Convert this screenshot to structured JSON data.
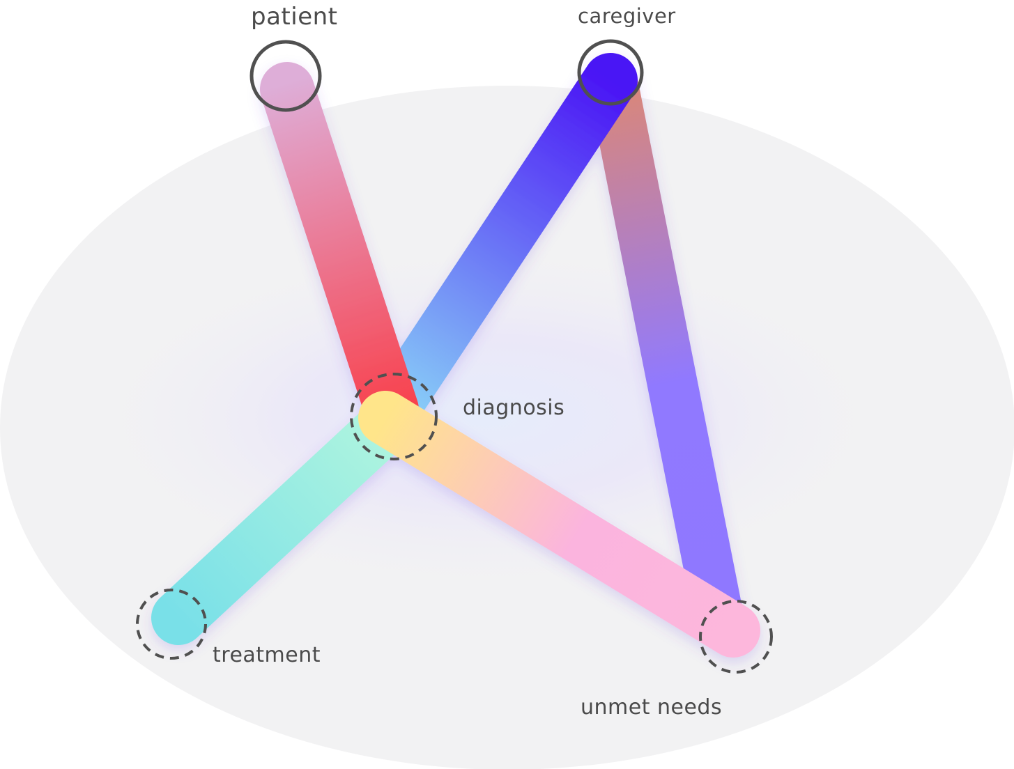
{
  "nodes": {
    "patient": {
      "label": "patient"
    },
    "caregiver": {
      "label": "caregiver"
    },
    "diagnosis": {
      "label": "diagnosis"
    },
    "treatment": {
      "label": "treatment"
    },
    "unmet_needs": {
      "label": "unmet needs"
    }
  },
  "colors": {
    "background_ellipse": "#f2f2f3",
    "marker_stroke": "#505050",
    "patient_link": [
      "#deaed8",
      "#f8424e"
    ],
    "caregiver_diagnosis_link": [
      "#4a14f5",
      "#8ad3f7"
    ],
    "caregiver_unmet_link": [
      "#d68680",
      "#9079ff"
    ],
    "treatment_link": [
      "#79e0e8",
      "#b1f5de"
    ],
    "diagnosis_unmet_link": [
      "#ffe58a",
      "#fbb4de"
    ]
  }
}
